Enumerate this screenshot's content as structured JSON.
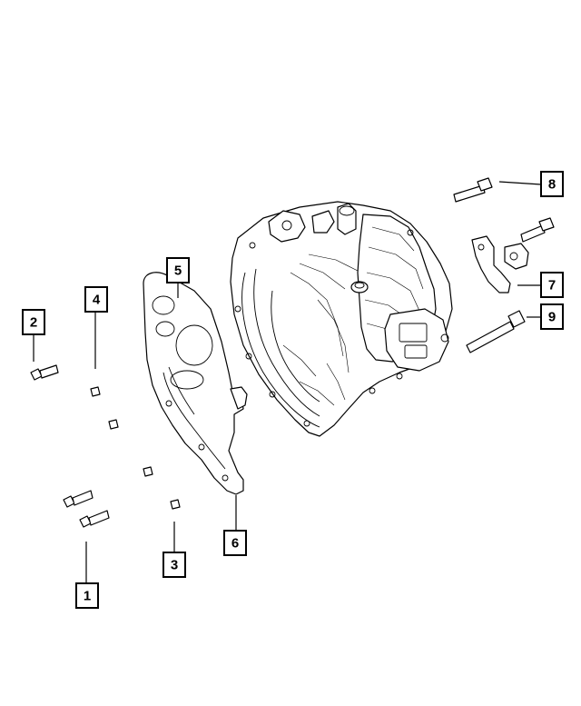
{
  "callouts": [
    {
      "label": "1"
    },
    {
      "label": "2"
    },
    {
      "label": "3"
    },
    {
      "label": "4"
    },
    {
      "label": "5"
    },
    {
      "label": "6"
    },
    {
      "label": "7"
    },
    {
      "label": "8"
    },
    {
      "label": "9"
    }
  ],
  "colors": {
    "line": "#000000",
    "background": "#ffffff"
  }
}
